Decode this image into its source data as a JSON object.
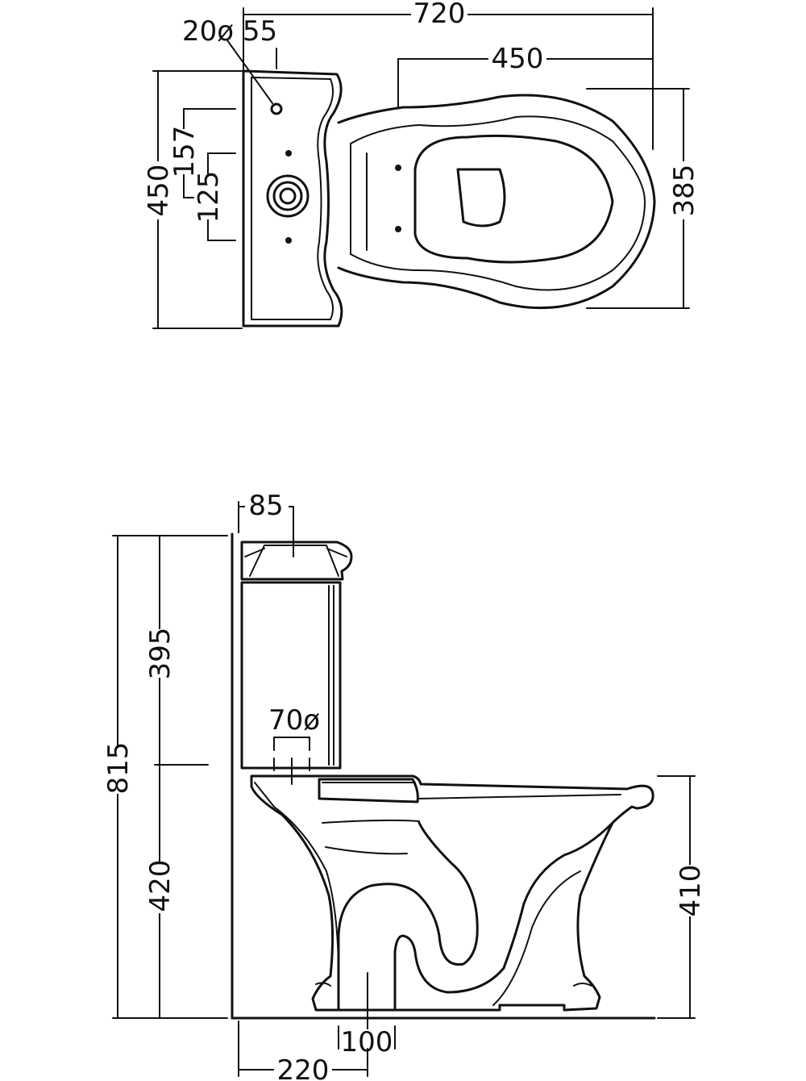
{
  "top_view": {
    "overall_width": "720",
    "bowl_length": "450",
    "inlet_label": "20ø 55",
    "tank_depth": "450",
    "hole_spacing_outer": "157",
    "hole_spacing_inner": "125",
    "bowl_width": "385"
  },
  "side_view": {
    "lid_offset": "85",
    "tank_height": "395",
    "total_height": "815",
    "flush_pipe": "70ø",
    "pan_height_left": "420",
    "rim_height": "410",
    "outlet_width": "100",
    "outlet_center": "220"
  }
}
